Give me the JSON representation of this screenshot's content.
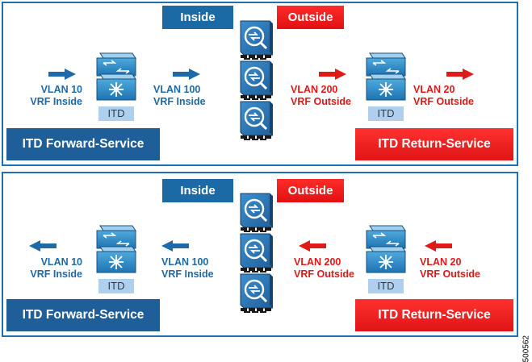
{
  "colors": {
    "inside": "#1c6aa5",
    "outside": "#e21010",
    "forward_service": "#1f5f99",
    "return_service": "#e01515",
    "itd_tag": "#aed0ee",
    "frame": "#1f6fb3"
  },
  "top": {
    "inside_label": "Inside",
    "outside_label": "Outside",
    "left_vlan": "VLAN 10",
    "left_vrf": "VRF Inside",
    "mid_left_vlan": "VLAN 100",
    "mid_left_vrf": "VRF Inside",
    "mid_right_vlan": "VLAN 200",
    "mid_right_vrf": "VRF Outside",
    "right_vlan": "VLAN 20",
    "right_vrf": "VRF Outside",
    "itd_left": "ITD",
    "itd_right": "ITD",
    "forward_service": "ITD Forward-Service",
    "return_service": "ITD Return-Service"
  },
  "bottom": {
    "inside_label": "Inside",
    "outside_label": "Outside",
    "left_vlan": "VLAN 10",
    "left_vrf": "VRF Inside",
    "mid_left_vlan": "VLAN 100",
    "mid_left_vrf": "VRF Inside",
    "mid_right_vlan": "VLAN 200",
    "mid_right_vrf": "VRF Outside",
    "right_vlan": "VLAN 20",
    "right_vrf": "VRF Outside",
    "itd_left": "ITD",
    "itd_right": "ITD",
    "forward_service": "ITD Forward-Service",
    "return_service": "ITD Return-Service"
  },
  "figure_number": "500562",
  "icons": [
    "switch-icon",
    "firewall-icon",
    "arrow-right-icon",
    "arrow-left-icon"
  ]
}
